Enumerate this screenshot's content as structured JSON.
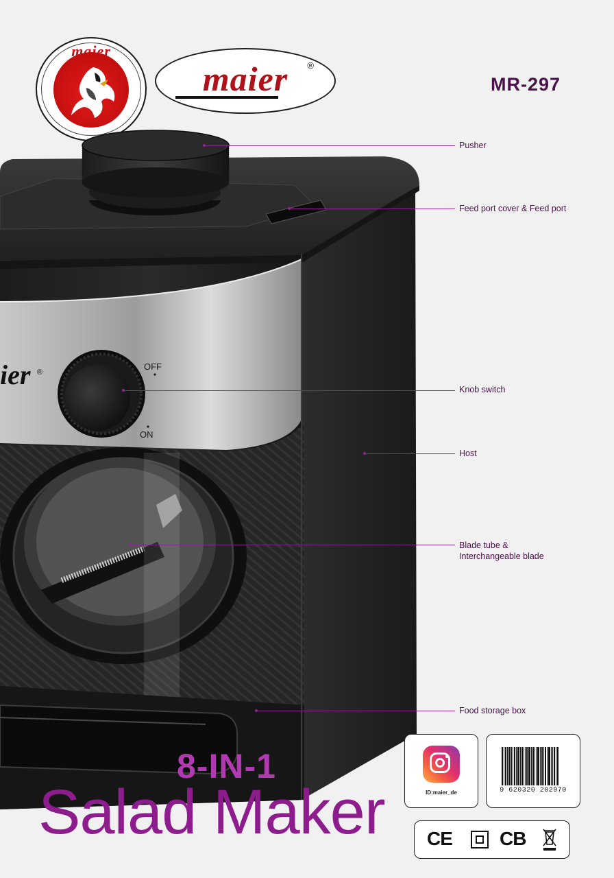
{
  "brand": {
    "seal_text": "maier",
    "wordmark": "maier",
    "registered": "®",
    "model": "MR-297"
  },
  "product": {
    "knob_off": "OFF",
    "knob_on": "ON",
    "front_logo": "ier",
    "front_logo_reg": "®"
  },
  "callouts": [
    {
      "label": "Pusher"
    },
    {
      "label": "Feed port cover & Feed port"
    },
    {
      "label": "Knob switch"
    },
    {
      "label": "Host"
    },
    {
      "label": "Blade tube &\nInterchangeable blade"
    },
    {
      "label": "Food storage box"
    }
  ],
  "headline": {
    "line1": "8-IN-1",
    "line2": "Salad Maker"
  },
  "badges": {
    "instagram_id": "ID:maier_de",
    "barcode_number": "9 620320 202970",
    "certifications": [
      "CE",
      "CB"
    ],
    "icons": [
      "instagram-icon",
      "barcode-icon",
      "ce-mark-icon",
      "double-insulation-icon",
      "cb-mark-icon",
      "weee-bin-icon"
    ]
  },
  "colors": {
    "accent": "#8c2a8a",
    "brand_red": "#b0121a",
    "title_purple": "#8d1c8c",
    "body": "#2b2b2b"
  }
}
